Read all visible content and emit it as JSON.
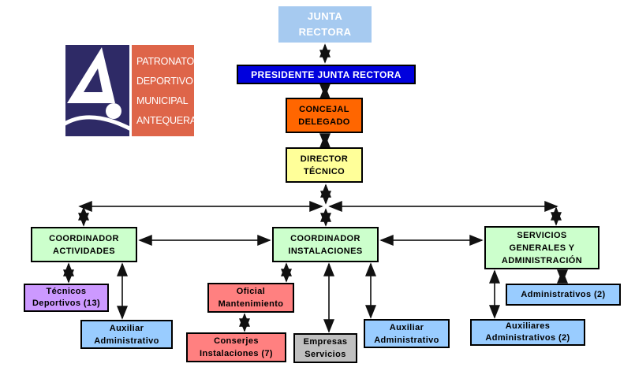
{
  "app": {
    "background": "#FFFFFF"
  },
  "logo": {
    "navy": "#2E2A66",
    "orange": "#DE6549",
    "mark": "A.",
    "lines": [
      "PATRONATO",
      "DEPORTIVO",
      "MUNICIPAL",
      "ANTEQUERA"
    ]
  },
  "nodes": {
    "junta": {
      "label": "JUNTA\nRECTORA",
      "bg": "#A6CAF0",
      "fg": "#FFFFFF"
    },
    "presidente": {
      "label": "PRESIDENTE JUNTA RECTORA",
      "bg": "#0000DD",
      "fg": "#FFFFFF"
    },
    "concejal": {
      "label": "CONCEJAL\nDELEGADO",
      "bg": "#FF6600",
      "fg": "#000000"
    },
    "director": {
      "label": "DIRECTOR\nTÉCNICO",
      "bg": "#FFFF99",
      "fg": "#000000"
    },
    "coord_actividades": {
      "label": "COORDINADOR\nACTIVIDADES",
      "bg": "#CCFFCC",
      "fg": "#000000"
    },
    "coord_instalaciones": {
      "label": "COORDINADOR\nINSTALACIONES",
      "bg": "#CCFFCC",
      "fg": "#000000"
    },
    "servicios": {
      "label": "SERVICIOS\nGENERALES Y\nADMINISTRACIÓN",
      "bg": "#CCFFCC",
      "fg": "#000000"
    },
    "tecnicos": {
      "label": "Técnicos\nDeportivos (13)",
      "bg": "#CC99FF",
      "fg": "#000000"
    },
    "aux_admin_1": {
      "label": "Auxiliar\nAdministrativo",
      "bg": "#99CCFF",
      "fg": "#000000"
    },
    "oficial": {
      "label": "Oficial\nMantenimiento",
      "bg": "#FF8080",
      "fg": "#000000"
    },
    "conserjes": {
      "label": "Conserjes\nInstalaciones (7)",
      "bg": "#FF8080",
      "fg": "#000000"
    },
    "empresas": {
      "label": "Empresas\nServicios",
      "bg": "#C0C0C0",
      "fg": "#000000"
    },
    "aux_admin_2": {
      "label": "Auxiliar\nAdministrativo",
      "bg": "#99CCFF",
      "fg": "#000000"
    },
    "administrativos": {
      "label": "Administrativos (2)",
      "bg": "#99CCFF",
      "fg": "#000000"
    },
    "aux_admin_3": {
      "label": "Auxiliares\nAdministrativos (2)",
      "bg": "#99CCFF",
      "fg": "#000000"
    }
  },
  "edges": [
    {
      "from": "junta",
      "to": "presidente",
      "type": "bidirectional"
    },
    {
      "from": "presidente",
      "to": "concejal",
      "type": "bidirectional"
    },
    {
      "from": "concejal",
      "to": "director",
      "type": "bidirectional"
    },
    {
      "from": "director",
      "to": "coord_actividades",
      "type": "bidirectional"
    },
    {
      "from": "director",
      "to": "coord_instalaciones",
      "type": "bidirectional"
    },
    {
      "from": "director",
      "to": "servicios",
      "type": "bidirectional"
    },
    {
      "from": "coord_actividades",
      "to": "coord_instalaciones",
      "type": "bidirectional"
    },
    {
      "from": "coord_instalaciones",
      "to": "servicios",
      "type": "bidirectional"
    },
    {
      "from": "coord_actividades",
      "to": "tecnicos",
      "type": "bidirectional"
    },
    {
      "from": "coord_actividades",
      "to": "aux_admin_1",
      "type": "bidirectional"
    },
    {
      "from": "coord_instalaciones",
      "to": "oficial",
      "type": "bidirectional"
    },
    {
      "from": "oficial",
      "to": "conserjes",
      "type": "bidirectional"
    },
    {
      "from": "coord_instalaciones",
      "to": "empresas",
      "type": "bidirectional"
    },
    {
      "from": "coord_instalaciones",
      "to": "aux_admin_2",
      "type": "bidirectional"
    },
    {
      "from": "servicios",
      "to": "administrativos",
      "type": "bidirectional"
    },
    {
      "from": "servicios",
      "to": "aux_admin_3",
      "type": "bidirectional"
    }
  ],
  "line_color": "#3D3D3D",
  "arrow_color": "#111111"
}
